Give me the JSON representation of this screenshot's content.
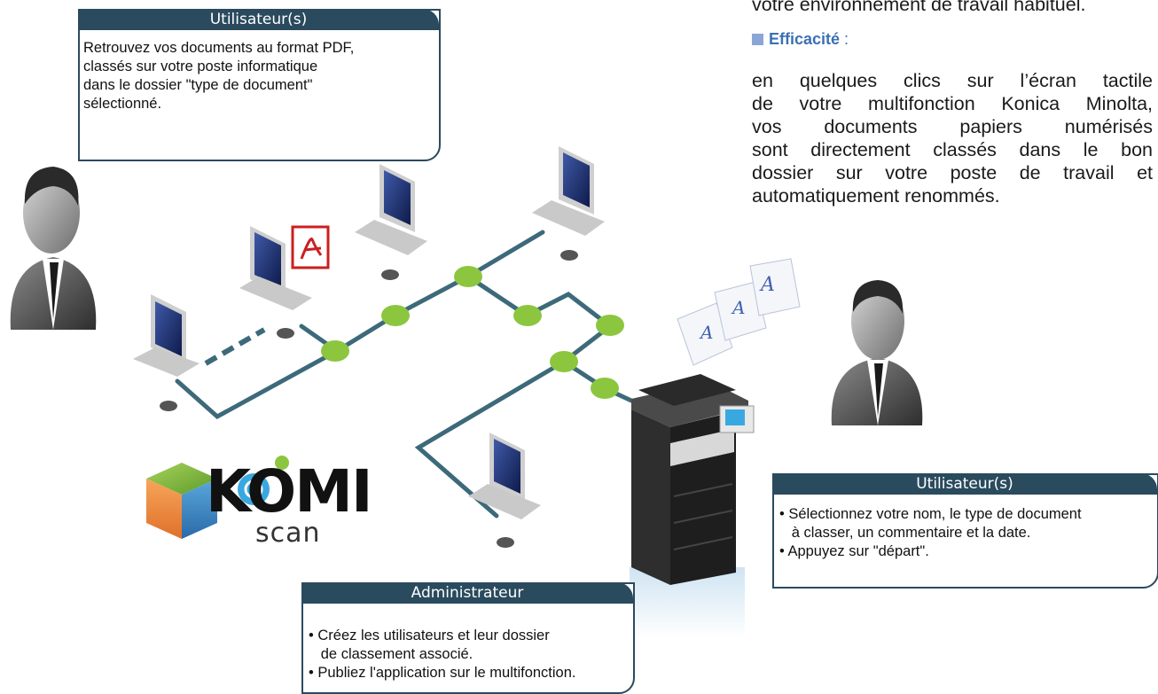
{
  "intro": {
    "top_line": "votre environnement de travail habituel.",
    "efficacite_label": "Efficacité",
    "efficacite_colon": " :",
    "efficacite_lines": [
      "en quelques clics sur l’écran tactile",
      "de votre multifonction Konica Minolta,",
      "vos documents papiers numérisés",
      "sont directement classés dans le bon",
      "dossier sur votre poste de travail et",
      "automatiquement renommés."
    ]
  },
  "callout_top_left": {
    "title": "Utilisateur(s)",
    "lines": [
      "Retrouvez vos documents au format PDF,",
      "classés sur votre poste informatique",
      "dans le dossier \"type de document\"",
      "sélectionné."
    ]
  },
  "callout_bottom_right": {
    "title": "Utilisateur(s)",
    "lines": [
      "• Sélectionnez votre nom, le type de document",
      "   à classer, un commentaire et la date.",
      "• Appuyez sur \"départ\"."
    ]
  },
  "callout_bottom": {
    "title": "Administrateur",
    "lines": [
      "• Créez les utilisateurs et leur dossier",
      "   de classement associé.",
      "• Publiez l'application sur le multifonction."
    ]
  },
  "logo": {
    "name": "KOMI",
    "sub": "scan"
  },
  "colors": {
    "accent": "#2a4a5e",
    "network_line": "#3d6a7a",
    "node": "#8cc63f",
    "heading_blue": "#3c70b4"
  }
}
